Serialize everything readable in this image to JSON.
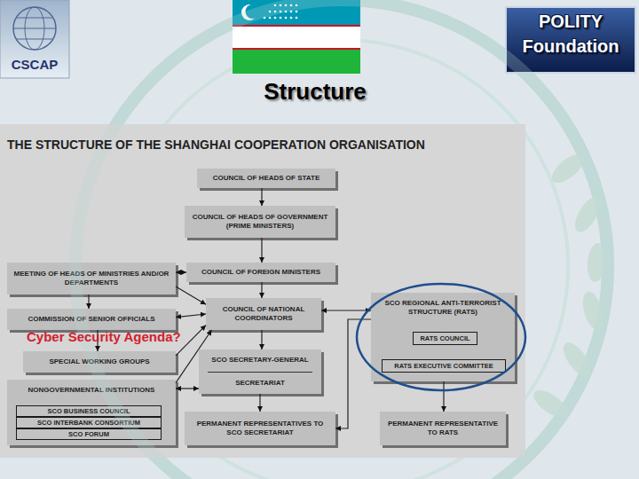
{
  "diagram": {
    "title": "Structure",
    "nodes": [
      {
        "text": [
          "COUNCIL OF HEADS OF STATE"
        ]
      },
      {
        "text": [
          "COUNCIL OF HEADS OF GOVERNMENT (PRIME MINISTERS)"
        ]
      },
      {
        "text": [
          "MEETING OF HEADS OF MINISTRIES AND/OR DEPARTMENTS"
        ]
      },
      {
        "text": [
          "COUNCIL OF FOREIGN MINISTERS"
        ]
      },
      {
        "text": [
          "SCO REGIONAL ANTI-TERRORIST STRUCTURE (RATS)"
        ]
      },
      {
        "text": [
          "RATS COUNCIL"
        ],
        "in": 4
      },
      {
        "text": [
          "RATS EXECUTIVE COMMITTEE"
        ],
        "in": 4
      },
      {
        "text": [
          "COMMISSION OF SENIOR OFFICIALS"
        ]
      },
      {
        "text": [
          "COUNCIL OF NATIONAL COORDINATORS"
        ]
      },
      {
        "text": [
          "SPECIAL WORKING GROUPS"
        ]
      },
      {
        "text": [
          "SCO SECRETARY-GENERAL",
          "SECRETARIAT"
        ]
      },
      {
        "text": [
          "NONGOVERNMENTAL INSTITUTIONS"
        ]
      },
      {
        "text": [
          "SCO BUSINESS COUNCIL"
        ],
        "in": 11
      },
      {
        "text": [
          "SCO INTERBANK CONSORTIUM"
        ],
        "in": 11
      },
      {
        "text": [
          "SCO FORUM"
        ],
        "in": 11
      },
      {
        "text": [
          "PERMANENT REPRESENTATIVES TO SCO SECRETARIAT"
        ]
      },
      {
        "text": [
          "PERMANENT REPRESENTATIVE TO RATS"
        ]
      }
    ],
    "edges": [
      {
        "from": 0,
        "to": 1,
        "arrow": "to"
      },
      {
        "from": 1,
        "to": 3,
        "arrow": "to"
      },
      {
        "from": 3,
        "to": 8,
        "arrow": "to"
      },
      {
        "from": 2,
        "to": 3,
        "arrow": "both"
      },
      {
        "from": 2,
        "to": 7,
        "arrow": "to"
      },
      {
        "from": 2,
        "to": 8,
        "arrow": "to"
      },
      {
        "from": 7,
        "to": 8,
        "arrow": "both"
      },
      {
        "from": 7,
        "to": 9,
        "arrow": "to"
      },
      {
        "from": 9,
        "to": 8,
        "arrow": "to"
      },
      {
        "from": 11,
        "to": 8,
        "arrow": "to"
      },
      {
        "from": 11,
        "to": 10,
        "arrow": "both"
      },
      {
        "from": 8,
        "to": 4,
        "arrow": "both"
      },
      {
        "from": 8,
        "to": 10,
        "arrow": "to"
      },
      {
        "from": 10,
        "to": 15,
        "arrow": "to"
      },
      {
        "from": 4,
        "to": 16,
        "arrow": "to"
      },
      {
        "from": 4,
        "to": 15,
        "arrow": "to"
      }
    ],
    "labels": [
      "THE STRUCTURE OF THE SHANGHAI COOPERATION ORGANISATION",
      "Cyber Security Agenda?",
      "CSCAP",
      "POLITY",
      "Foundation"
    ]
  }
}
